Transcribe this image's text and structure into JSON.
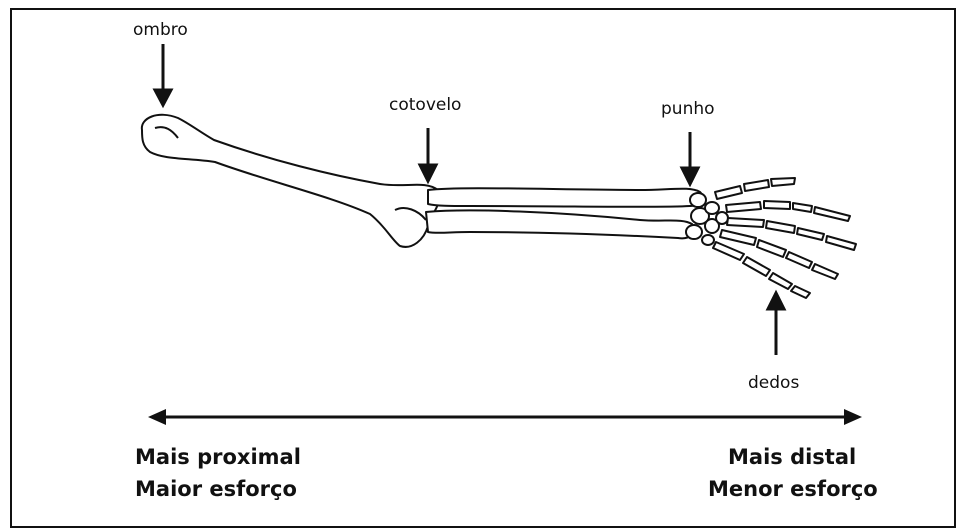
{
  "labels": {
    "shoulder": "ombro",
    "elbow": "cotovelo",
    "wrist": "punho",
    "fingers": "dedos"
  },
  "scale": {
    "left_line1": "Mais proximal",
    "left_line2": "Maior esforço",
    "right_line1": "Mais distal",
    "right_line2": "Menor esforço"
  },
  "colors": {
    "ink": "#111111",
    "background": "#ffffff"
  }
}
